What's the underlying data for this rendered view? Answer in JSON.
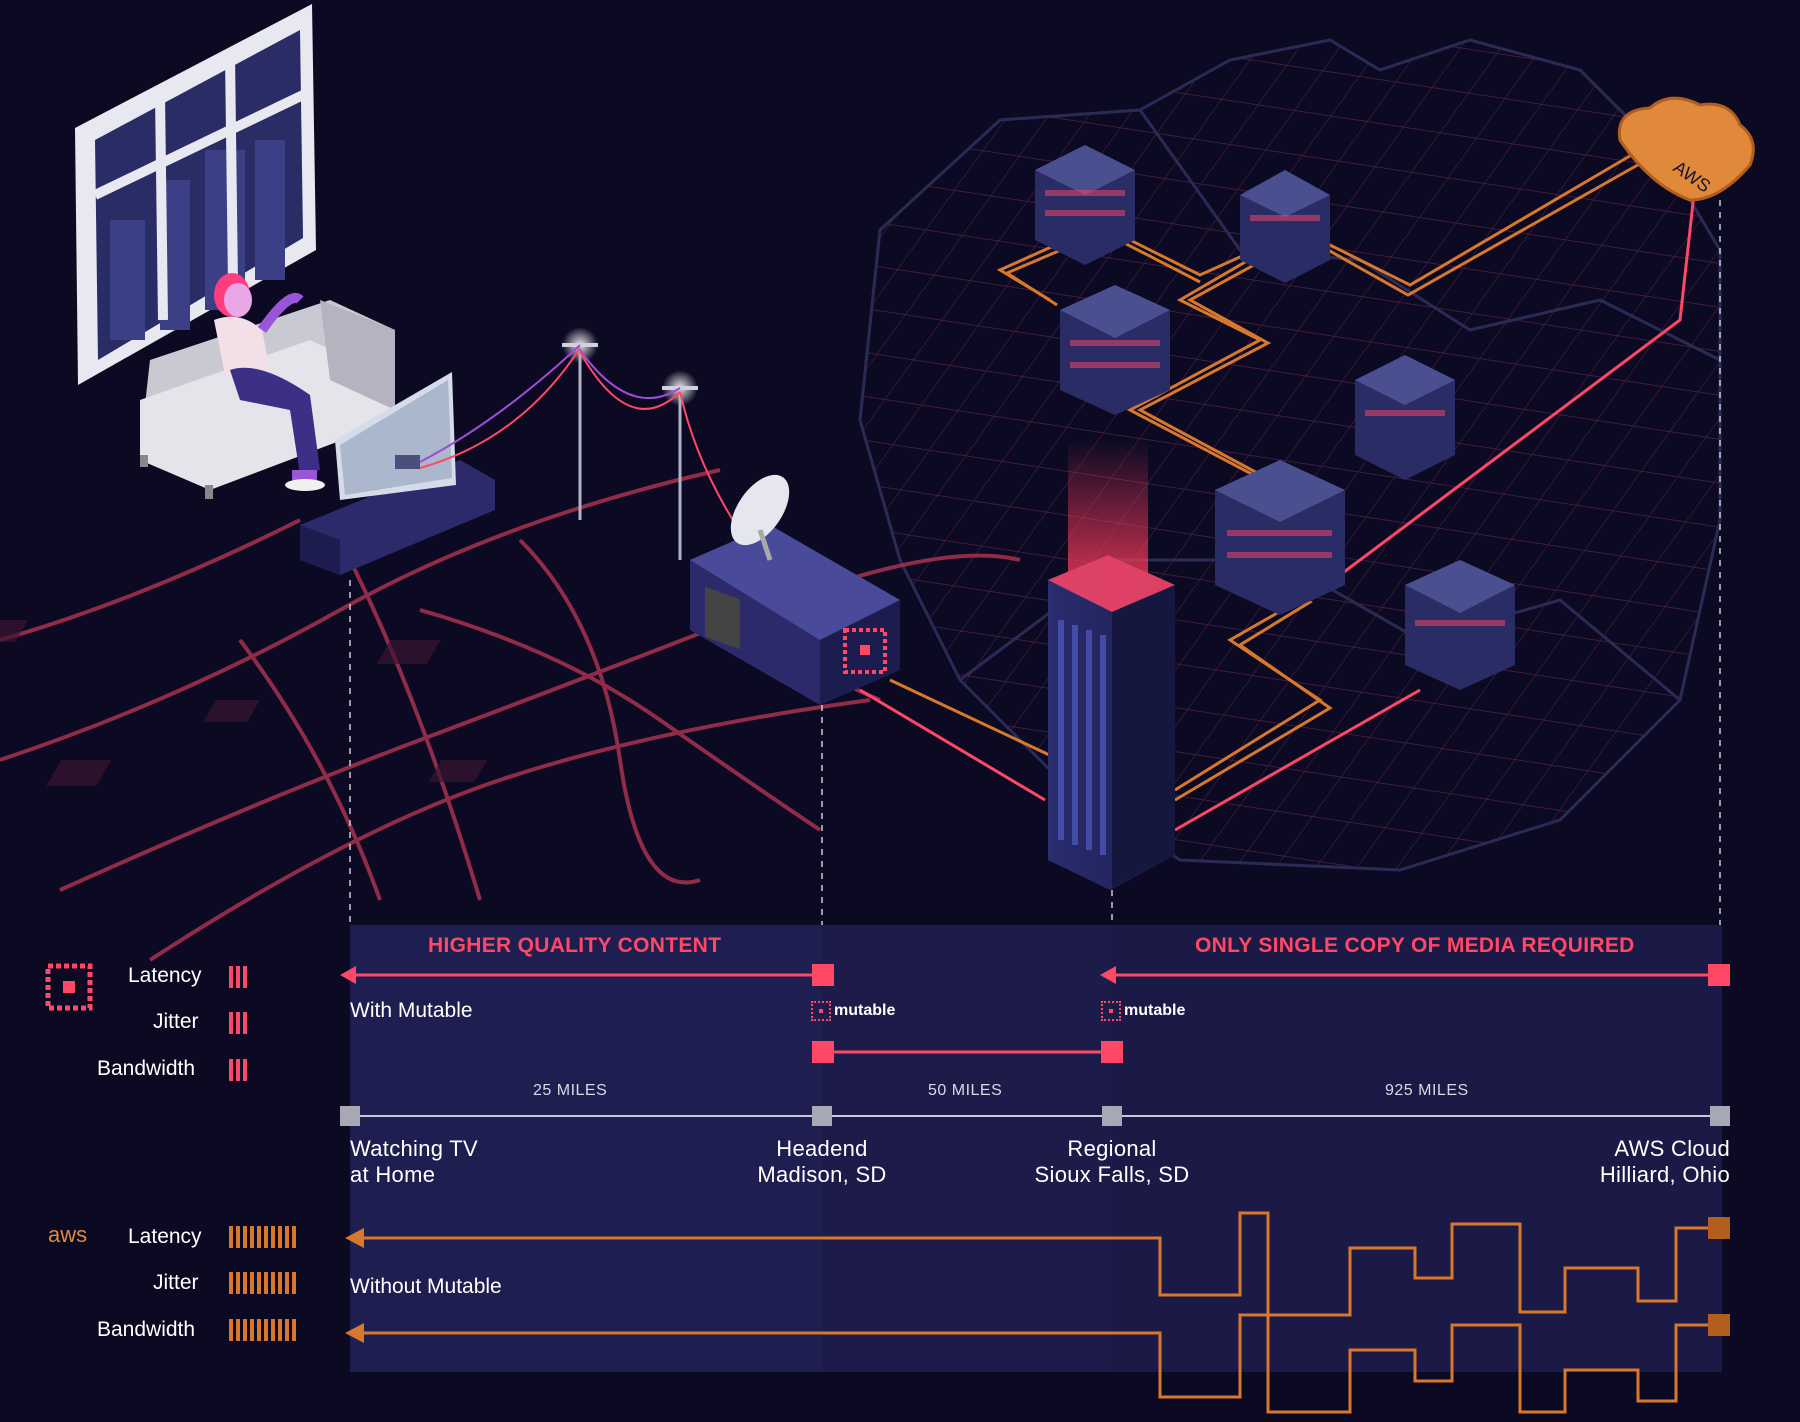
{
  "colors": {
    "background": "#0c0a23",
    "mutable_accent": "#ff4766",
    "aws_accent": "#d8782c",
    "panel": "#1b1945",
    "grid": "#6b2a4c",
    "road": "#b03356"
  },
  "scene": {
    "aws_cloud_label": "AWS"
  },
  "stages": [
    {
      "line1": "Watching TV",
      "line2": "at Home"
    },
    {
      "line1": "Headend",
      "line2": "Madison, SD"
    },
    {
      "line1": "Regional",
      "line2": "Sioux Falls, SD"
    },
    {
      "line1": "AWS Cloud",
      "line2": "Hilliard, Ohio"
    }
  ],
  "distances": [
    "25 MILES",
    "50 MILES",
    "925 MILES"
  ],
  "banners": {
    "left": "HIGHER QUALITY CONTENT",
    "right": "ONLY SINGLE COPY OF MEDIA REQUIRED"
  },
  "with_mutable": {
    "label": "With Mutable",
    "badge_text": "mutable",
    "metrics": [
      {
        "name": "Latency",
        "level": 3
      },
      {
        "name": "Jitter",
        "level": 3
      },
      {
        "name": "Bandwidth",
        "level": 3
      }
    ]
  },
  "without_mutable": {
    "label": "Without Mutable",
    "brand": "aws",
    "metrics": [
      {
        "name": "Latency",
        "level": 10
      },
      {
        "name": "Jitter",
        "level": 10
      },
      {
        "name": "Bandwidth",
        "level": 10
      }
    ]
  },
  "icons": [
    "mutable-logo-icon",
    "aws-cloud-icon",
    "satellite-dish-icon",
    "server-rack-icon",
    "skyscraper-icon",
    "television-icon",
    "window-icon",
    "sofa-icon",
    "utility-pole-icon"
  ]
}
